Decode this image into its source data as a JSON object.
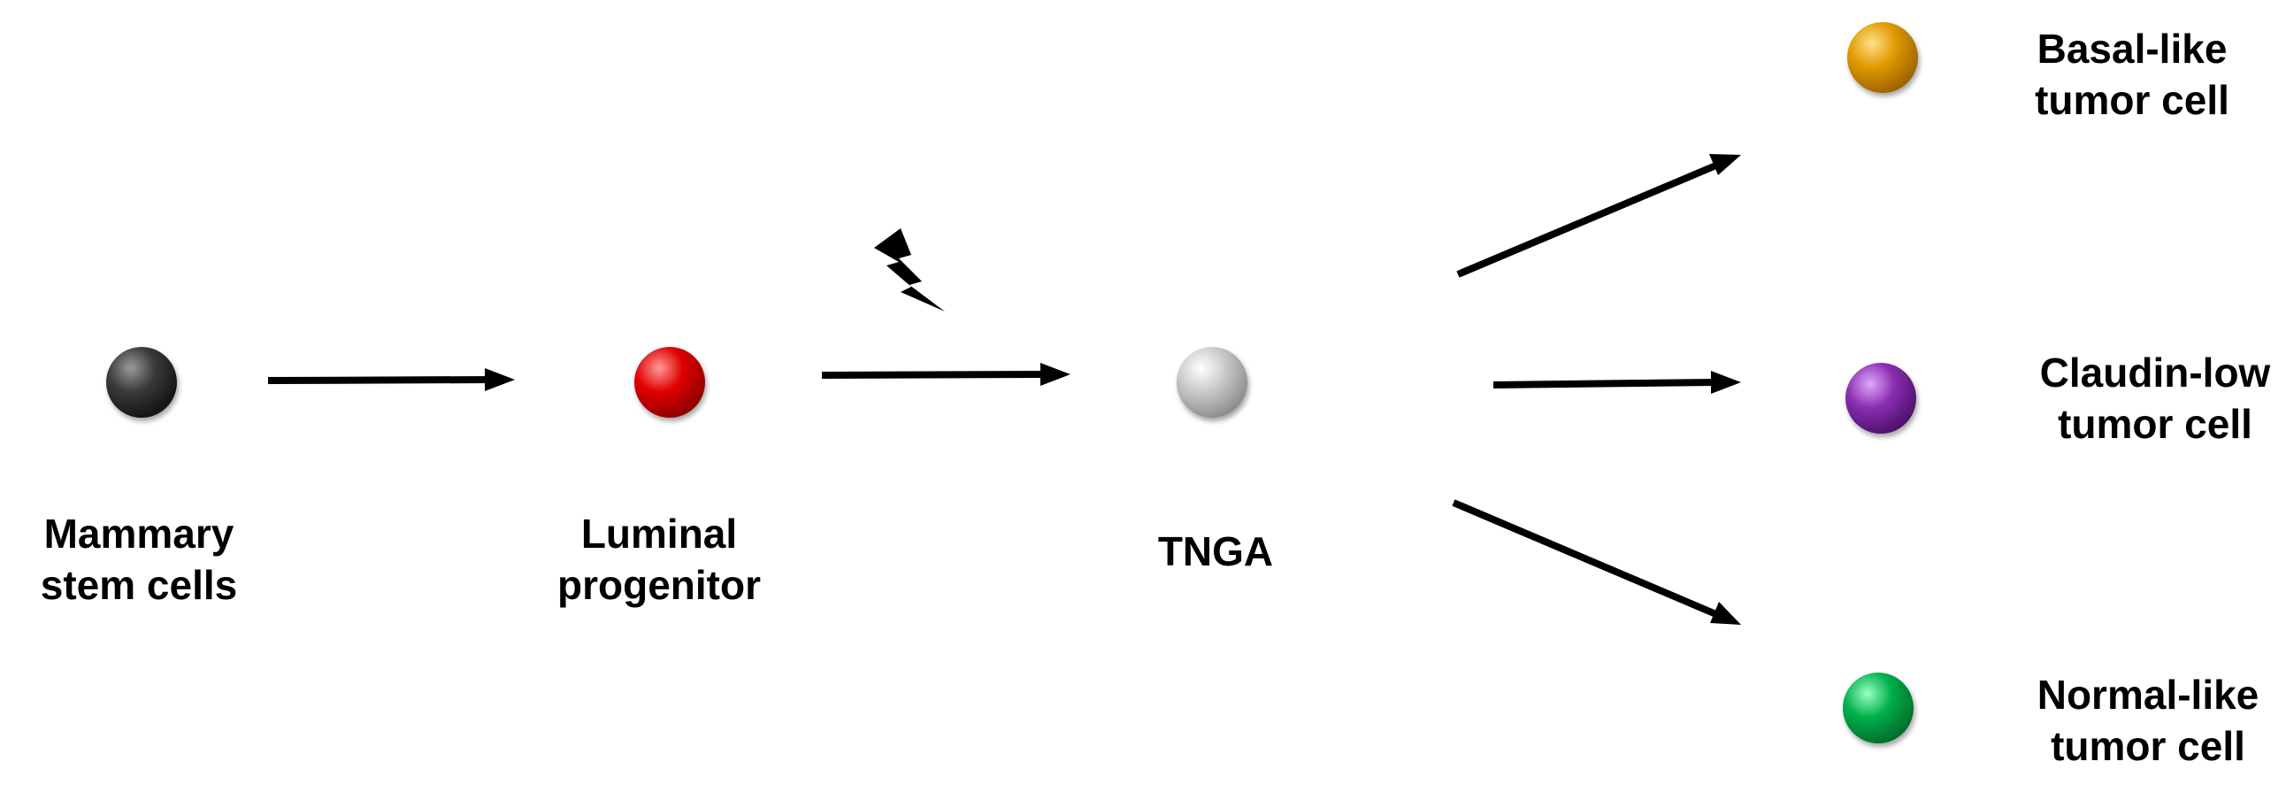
{
  "colors": {
    "stem": "#3a3a3a",
    "luminal": "#e00000",
    "tnga": "#c4c4c4",
    "basal": "#e09a00",
    "claudin": "#8a2fb0",
    "normal": "#00b04a",
    "arrow": "#000000"
  },
  "nodes": {
    "stem": {
      "line1": "Mammary",
      "line2": "stem cells"
    },
    "luminal": {
      "line1": "Luminal",
      "line2": "progenitor"
    },
    "tnga": {
      "line1": "TNGA"
    },
    "basal": {
      "line1": "Basal-like",
      "line2": "tumor cell"
    },
    "claudin": {
      "line1": "Claudin-low",
      "line2": "tumor cell"
    },
    "normal": {
      "line1": "Normal-like",
      "line2": "tumor cell"
    }
  },
  "icons": {
    "transformation": "lightning-bolt-icon"
  }
}
